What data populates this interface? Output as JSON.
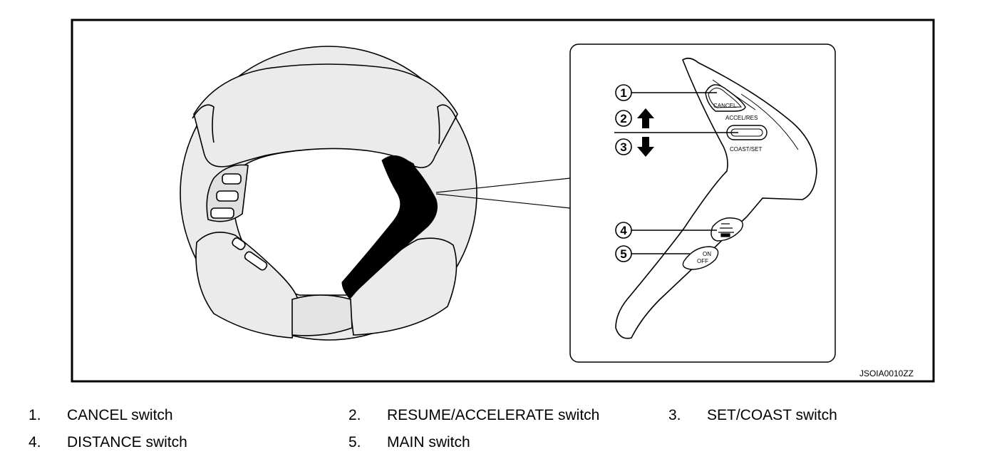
{
  "figure": {
    "code": "JSOIA0010ZZ",
    "callouts": [
      "1",
      "2",
      "3",
      "4",
      "5"
    ],
    "switch_labels": {
      "cancel": "CANCEL",
      "accel_res": "ACCEL/RES",
      "coast_set": "COAST/SET",
      "on": "ON",
      "off": "OFF"
    }
  },
  "legend": [
    {
      "num": "1.",
      "label": "CANCEL switch"
    },
    {
      "num": "2.",
      "label": "RESUME/ACCELERATE switch"
    },
    {
      "num": "3.",
      "label": "SET/COAST switch"
    },
    {
      "num": "4.",
      "label": "DISTANCE switch"
    },
    {
      "num": "5.",
      "label": "MAIN switch"
    }
  ]
}
